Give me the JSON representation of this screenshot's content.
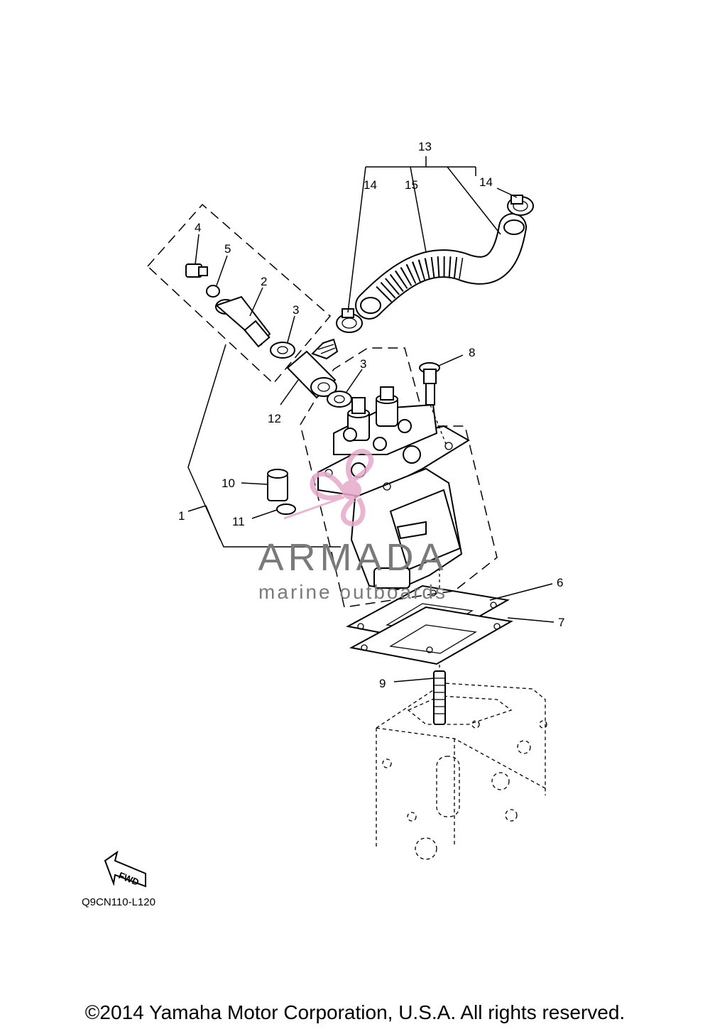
{
  "callouts": [
    "1",
    "2",
    "3",
    "3",
    "4",
    "5",
    "6",
    "7",
    "8",
    "9",
    "10",
    "11",
    "12",
    "13",
    "14",
    "14",
    "15"
  ],
  "diagram_code": "Q9CN110-L120",
  "fwd_label": "FWD",
  "watermark": {
    "name": "ARMADA",
    "tagline": "marine outboards",
    "color": "#e7a9c8",
    "text_color": "#7a7a7a"
  },
  "copyright": "©2014 Yamaha Motor Corporation, U.S.A. All rights reserved."
}
